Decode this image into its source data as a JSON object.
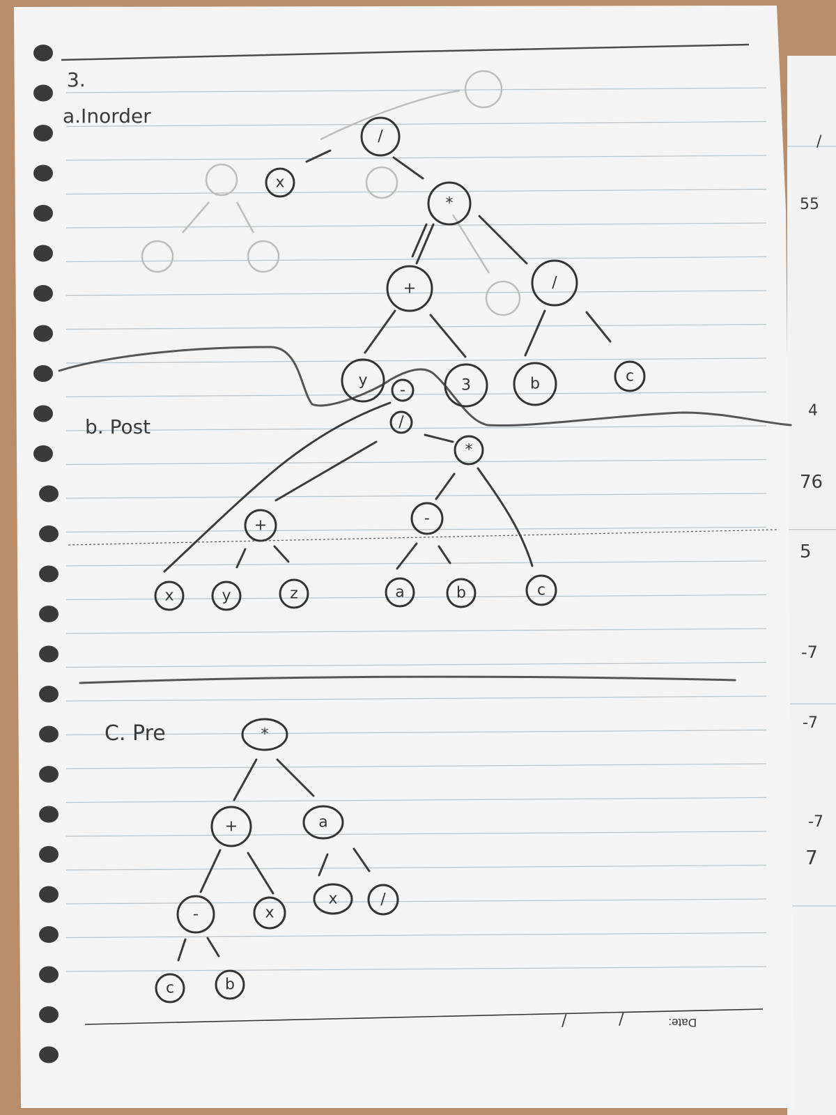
{
  "page": {
    "question_number": "3.",
    "footer": {
      "date_label": "Date:",
      "slash_1": "/",
      "slash_2": "/"
    },
    "right_margin_scribbles": [
      "/",
      "55",
      "4",
      "76",
      "5",
      "-7",
      "-7",
      "-7",
      "7"
    ]
  },
  "sections": [
    {
      "id": "a",
      "heading": "a.Inorder",
      "nodes": [
        {
          "id": "a-root",
          "label": "/"
        },
        {
          "id": "a-x",
          "label": "x"
        },
        {
          "id": "a-mul",
          "label": "*"
        },
        {
          "id": "a-plus",
          "label": "+"
        },
        {
          "id": "a-div",
          "label": "/"
        },
        {
          "id": "a-y",
          "label": "y"
        },
        {
          "id": "a-3",
          "label": "3"
        },
        {
          "id": "a-b",
          "label": "b"
        },
        {
          "id": "a-c",
          "label": "c"
        }
      ]
    },
    {
      "id": "b",
      "heading": "b. Post",
      "nodes": [
        {
          "id": "b-minus-top",
          "label": "-"
        },
        {
          "id": "b-slash",
          "label": "/"
        },
        {
          "id": "b-mul",
          "label": "*"
        },
        {
          "id": "b-plus",
          "label": "+"
        },
        {
          "id": "b-minus",
          "label": "-"
        },
        {
          "id": "b-x",
          "label": "x"
        },
        {
          "id": "b-y",
          "label": "y"
        },
        {
          "id": "b-z",
          "label": "z"
        },
        {
          "id": "b-a",
          "label": "a"
        },
        {
          "id": "b-b",
          "label": "b"
        },
        {
          "id": "b-c",
          "label": "c"
        }
      ]
    },
    {
      "id": "c",
      "heading": "C. Pre",
      "nodes": [
        {
          "id": "c-mul",
          "label": "*"
        },
        {
          "id": "c-plus",
          "label": "+"
        },
        {
          "id": "c-a",
          "label": "a"
        },
        {
          "id": "c-minus",
          "label": "-"
        },
        {
          "id": "c-x",
          "label": "x"
        },
        {
          "id": "c-x2",
          "label": "x"
        },
        {
          "id": "c-slash",
          "label": "/"
        },
        {
          "id": "c-c",
          "label": "c"
        },
        {
          "id": "c-b",
          "label": "b"
        }
      ]
    }
  ]
}
